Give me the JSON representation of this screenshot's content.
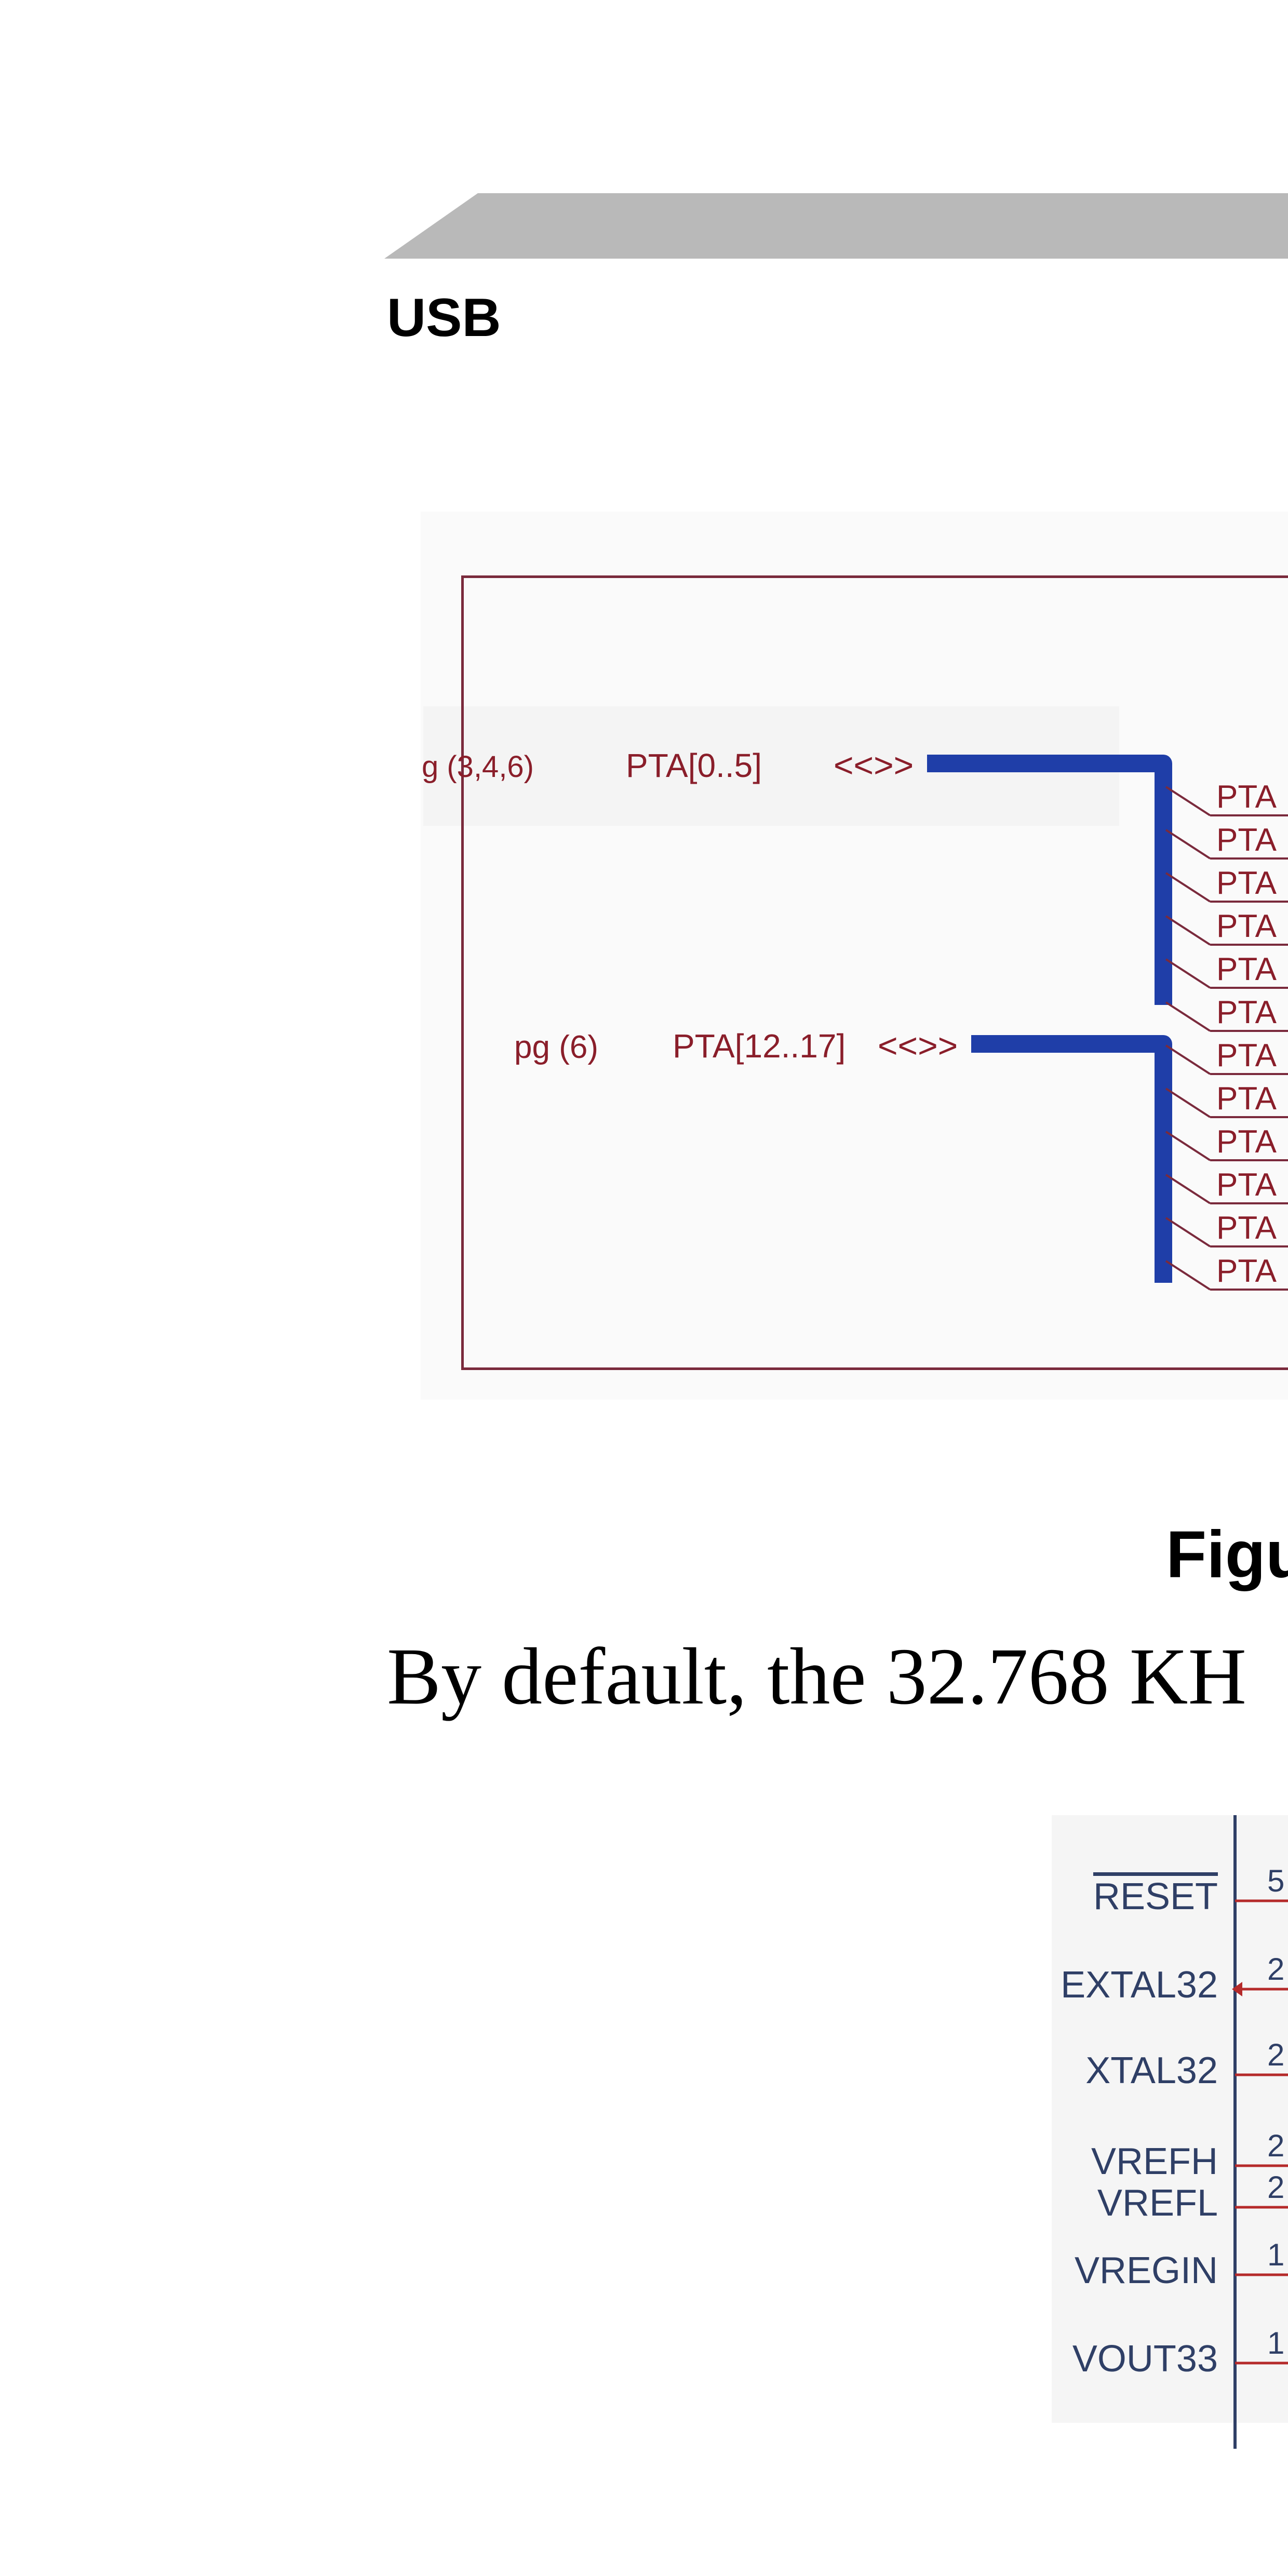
{
  "section": {
    "title": "USB"
  },
  "schematic": {
    "bus1": {
      "pages": "g (3,4,6)",
      "name": "PTA[0..5]",
      "arrow": "<<>>"
    },
    "bus2": {
      "pages": "pg (6)",
      "name": "PTA[12..17]",
      "arrow": "<<>>"
    },
    "pin_prefix": "PTA",
    "pin_count": 12
  },
  "figure": {
    "caption": "Figu"
  },
  "body": {
    "text": "By default, the 32.768 KH"
  },
  "pins": [
    {
      "label": "RESET",
      "number": "5",
      "active_low": true
    },
    {
      "label": "EXTAL32",
      "number": "2"
    },
    {
      "label": "XTAL32",
      "number": "2"
    },
    {
      "label": "VREFH",
      "number": "2"
    },
    {
      "label": "VREFL",
      "number": "2"
    },
    {
      "label": "VREGIN",
      "number": "1"
    },
    {
      "label": "VOUT33",
      "number": "1"
    }
  ],
  "colors": {
    "bus": "#1f3ea8",
    "wire": "#7a2a3c",
    "pin_label": "#2f3f66",
    "pin_line": "#b52a2a",
    "header_bar": "#b9b9b9"
  }
}
